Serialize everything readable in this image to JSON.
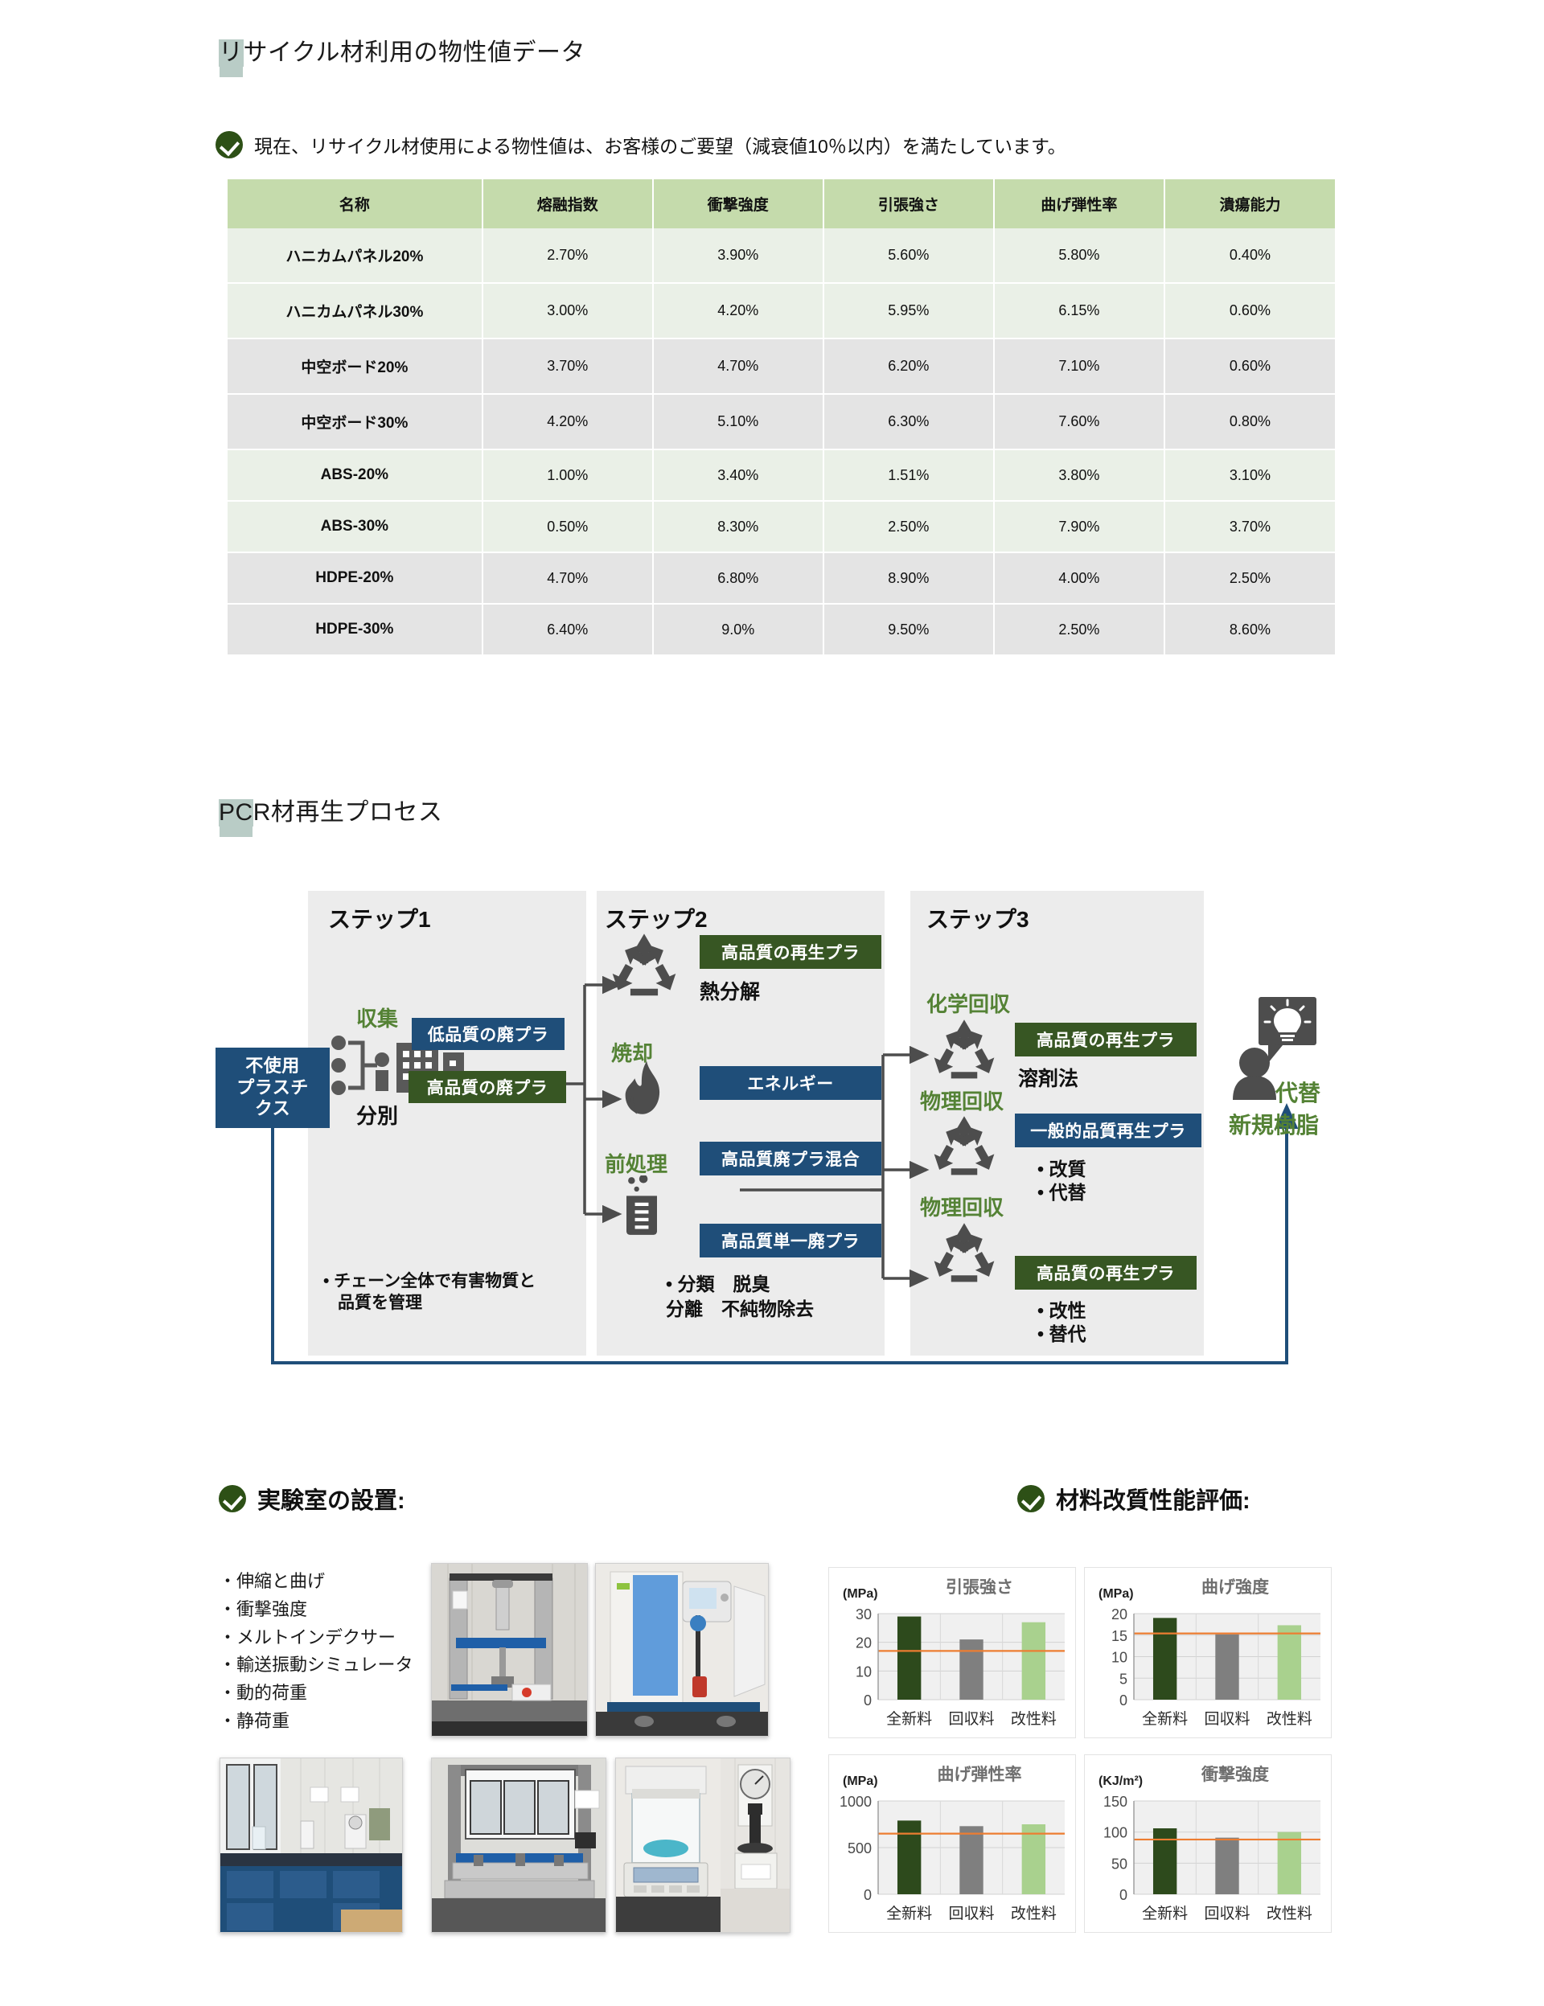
{
  "sections": {
    "title1": "リサイクル材利用の物性値データ",
    "title1_hl": "リ",
    "title2": "PCR材再生プロセス",
    "title2_hl": "PC",
    "notice": "現在、リサイクル材使用による物性値は、お客様のご要望（減衰値10％以内）を満たしています。",
    "lab_heading": "実験室の設置:",
    "eval_heading": "材料改質性能評価:"
  },
  "table": {
    "headers": [
      "名称",
      "熔融指数",
      "衝撃強度",
      "引張強さ",
      "曲げ弾性率",
      "潰瘍能力"
    ],
    "rows": [
      [
        "ハニカムパネル20%",
        "2.70%",
        "3.90%",
        "5.60%",
        "5.80%",
        "0.40%"
      ],
      [
        "ハニカムパネル30%",
        "3.00%",
        "4.20%",
        "5.95%",
        "6.15%",
        "0.60%"
      ],
      [
        "中空ボード20%",
        "3.70%",
        "4.70%",
        "6.20%",
        "7.10%",
        "0.60%"
      ],
      [
        "中空ボード30%",
        "4.20%",
        "5.10%",
        "6.30%",
        "7.60%",
        "0.80%"
      ],
      [
        "ABS-20%",
        "1.00%",
        "3.40%",
        "1.51%",
        "3.80%",
        "3.10%"
      ],
      [
        "ABS-30%",
        "0.50%",
        "8.30%",
        "2.50%",
        "7.90%",
        "3.70%"
      ],
      [
        "HDPE-20%",
        "4.70%",
        "6.80%",
        "8.90%",
        "4.00%",
        "2.50%"
      ],
      [
        "HDPE-30%",
        "6.40%",
        "9.0%",
        "9.50%",
        "2.50%",
        "8.60%"
      ]
    ]
  },
  "diagram": {
    "input_box": "不使用\nプラスチ\nクス",
    "step1": {
      "label": "ステップ1",
      "icon_top_label": "収集",
      "icon_bottom_label": "分別",
      "tag_low": "低品質の廃プラ",
      "tag_high": "高品質の廃プラ",
      "bullets": "• チェーン全体で有害物質と\n   品質を管理"
    },
    "step2": {
      "label": "ステップ2",
      "tag_recycled": "高品質の再生プラ",
      "sub_recycled": "熱分解",
      "burn_label": "焼却",
      "tag_energy": "エネルギー",
      "tag_mixed": "高品質廃プラ混合",
      "pretreat_label": "前処理",
      "tag_single": "高品質単一廃プラ",
      "bullets_line1": "• 分類　脱臭",
      "bullets_line2": "   分離　不純物除去"
    },
    "step3": {
      "label": "ステップ3",
      "group1_label": "化学回収",
      "group1_tag": "高品質の再生プラ",
      "group1_sub": "溶剤法",
      "group2_label": "物理回収",
      "group2_tag": "一般的品質再生プラ",
      "group2_bullets": "• 改質\n• 代替",
      "group3_label": "物理回収",
      "group3_tag": "高品質の再生プラ",
      "group3_bullets": "• 改性\n• 替代"
    },
    "output": {
      "line1": "代替",
      "line2": "新規樹脂"
    }
  },
  "equipment_list": [
    "・伸縮と曲げ",
    "・衝撃強度",
    "・メルトインデクサー",
    "・輸送振動シミュレータ",
    "・動的荷重",
    "・静荷重"
  ],
  "colors": {
    "green_dark": "#2d5016",
    "green_tag": "#375623",
    "blue_tag": "#1f4e79",
    "green_label": "#548235",
    "header_green": "#c5dbac",
    "threshold_orange": "#ed7d31",
    "bar_dark": "#2d4a1c",
    "bar_grey": "#7f7f7f",
    "bar_light": "#a9d18e"
  },
  "chart_data": [
    {
      "type": "bar",
      "title": "引張強さ",
      "ylabel": "(MPa)",
      "categories": [
        "全新料",
        "回収料",
        "改性料"
      ],
      "values": [
        29,
        21,
        27
      ],
      "ylim": [
        0,
        30
      ],
      "yticks": [
        0,
        10,
        20,
        30
      ],
      "threshold": 17,
      "bar_colors": [
        "#2d4a1c",
        "#7f7f7f",
        "#a9d18e"
      ],
      "grid": true,
      "legend": "none"
    },
    {
      "type": "bar",
      "title": "曲げ強度",
      "ylabel": "(MPa)",
      "categories": [
        "全新料",
        "回収料",
        "改性料"
      ],
      "values": [
        19,
        15.2,
        17.3
      ],
      "ylim": [
        0,
        20
      ],
      "yticks": [
        0,
        5,
        10,
        15,
        20
      ],
      "threshold": 15.4,
      "bar_colors": [
        "#2d4a1c",
        "#7f7f7f",
        "#a9d18e"
      ],
      "grid": true,
      "legend": "none"
    },
    {
      "type": "bar",
      "title": "曲げ弾性率",
      "ylabel": "(MPa)",
      "categories": [
        "全新料",
        "回収料",
        "改性料"
      ],
      "values": [
        790,
        730,
        750
      ],
      "ylim": [
        0,
        1000
      ],
      "yticks": [
        0,
        500,
        1000
      ],
      "threshold": 650,
      "bar_colors": [
        "#2d4a1c",
        "#7f7f7f",
        "#a9d18e"
      ],
      "grid": true,
      "legend": "none"
    },
    {
      "type": "bar",
      "title": "衝撃強度",
      "ylabel": "(KJ/m²)",
      "categories": [
        "全新料",
        "回収料",
        "改性料"
      ],
      "values": [
        106,
        91,
        100
      ],
      "ylim": [
        0,
        150
      ],
      "yticks": [
        0,
        50,
        100,
        150
      ],
      "threshold": 88,
      "bar_colors": [
        "#2d4a1c",
        "#7f7f7f",
        "#a9d18e"
      ],
      "grid": true,
      "legend": "none"
    }
  ]
}
